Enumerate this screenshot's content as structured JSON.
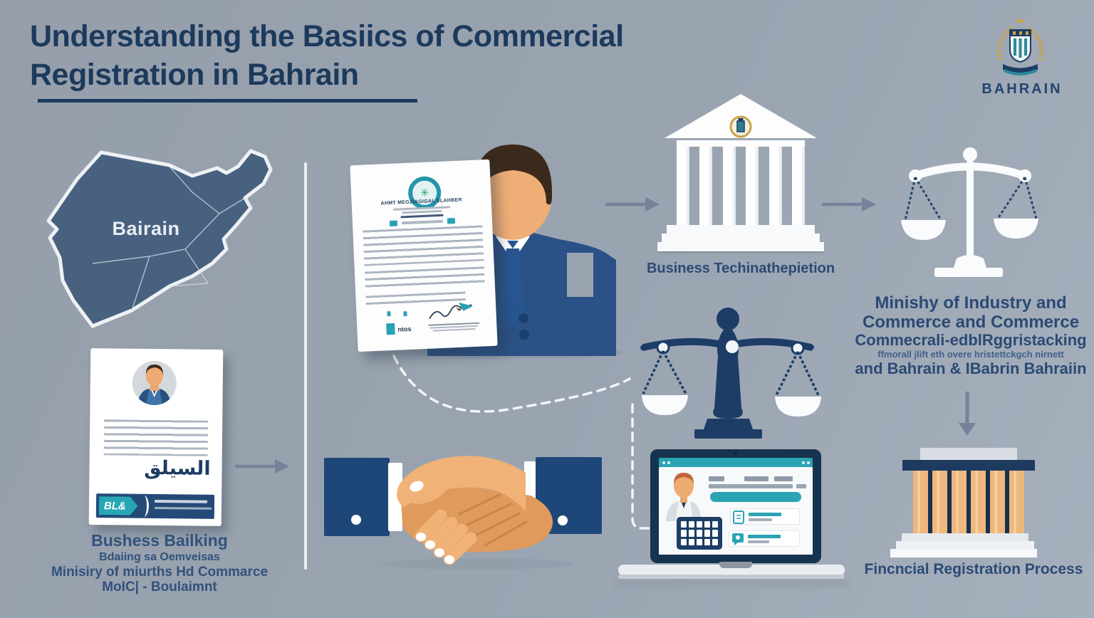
{
  "title": {
    "line1": "Understanding the Basiics of Commercial",
    "line2": "Registration in Bahrain"
  },
  "emblem": {
    "caption": "BAHRAIN"
  },
  "map": {
    "label": "Bairain"
  },
  "flow": {
    "bank_label": "Business Techinathepietion",
    "ministry_line1": "Minishy of Industry and",
    "ministry_line2": "Commerce and Commerce",
    "ministry_line3": "Commecrali-edblRggristacking",
    "ministry_line4": "ffmorall jlift eth overe hristettckgch nirnett",
    "ministry_line5": "and Bahrain & IBabrin Bahraiin",
    "financial_label": "Fincncial Registration Process"
  },
  "certificate": {
    "heading": "AHMT MEGZIAGIGAL SLAHBER",
    "stamp_text": "ntos"
  },
  "id_card": {
    "badge": "BL&",
    "arabic_text": "السيلق"
  },
  "bottom_left": {
    "line1": "Bushess Bailking",
    "line2": "Bdaiing sa Oemveisas",
    "line3": "Minisiry of miurths Hd Commarce",
    "line4": "MoIC| - Boulaimnt"
  },
  "colors": {
    "background": "#9aa3b0",
    "navy_text": "#1c3a5c",
    "teal_accent": "#2ba4b4",
    "suit_navy": "#2b5286",
    "skin": "#efae76",
    "column_orange": "#eeb77e"
  }
}
